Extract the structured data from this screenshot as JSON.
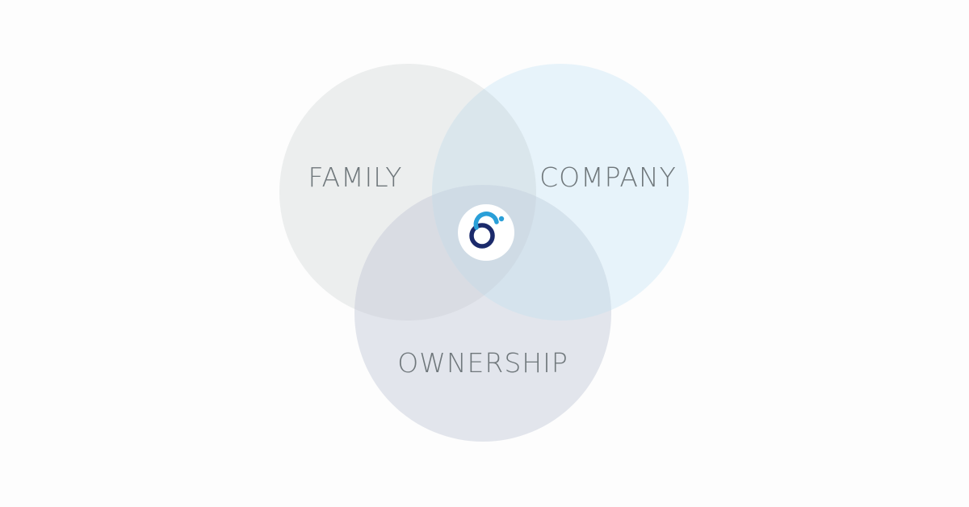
{
  "diagram": {
    "type": "venn",
    "sets": [
      {
        "key": "family",
        "label": "FAMILY",
        "color": "#eceeee"
      },
      {
        "key": "company",
        "label": "COMPANY",
        "color": "#e7f3fa"
      },
      {
        "key": "ownership",
        "label": "OWNERSHIP",
        "color": "#e2e5ec"
      }
    ],
    "overlap_colors": {
      "family_company": "#dae6ec",
      "family_ownership": "#d9dce3",
      "company_ownership": "#d5e3ed",
      "all_three": "#cfdbe5"
    },
    "label_color": "#6f777b",
    "background": "#fdfdfd",
    "center_logo": {
      "icon": "interlocking-rings-logo-icon",
      "colors": {
        "ring_dark": "#1b2a6b",
        "ring_light": "#2a9fd8",
        "badge": "#ffffff"
      }
    }
  }
}
